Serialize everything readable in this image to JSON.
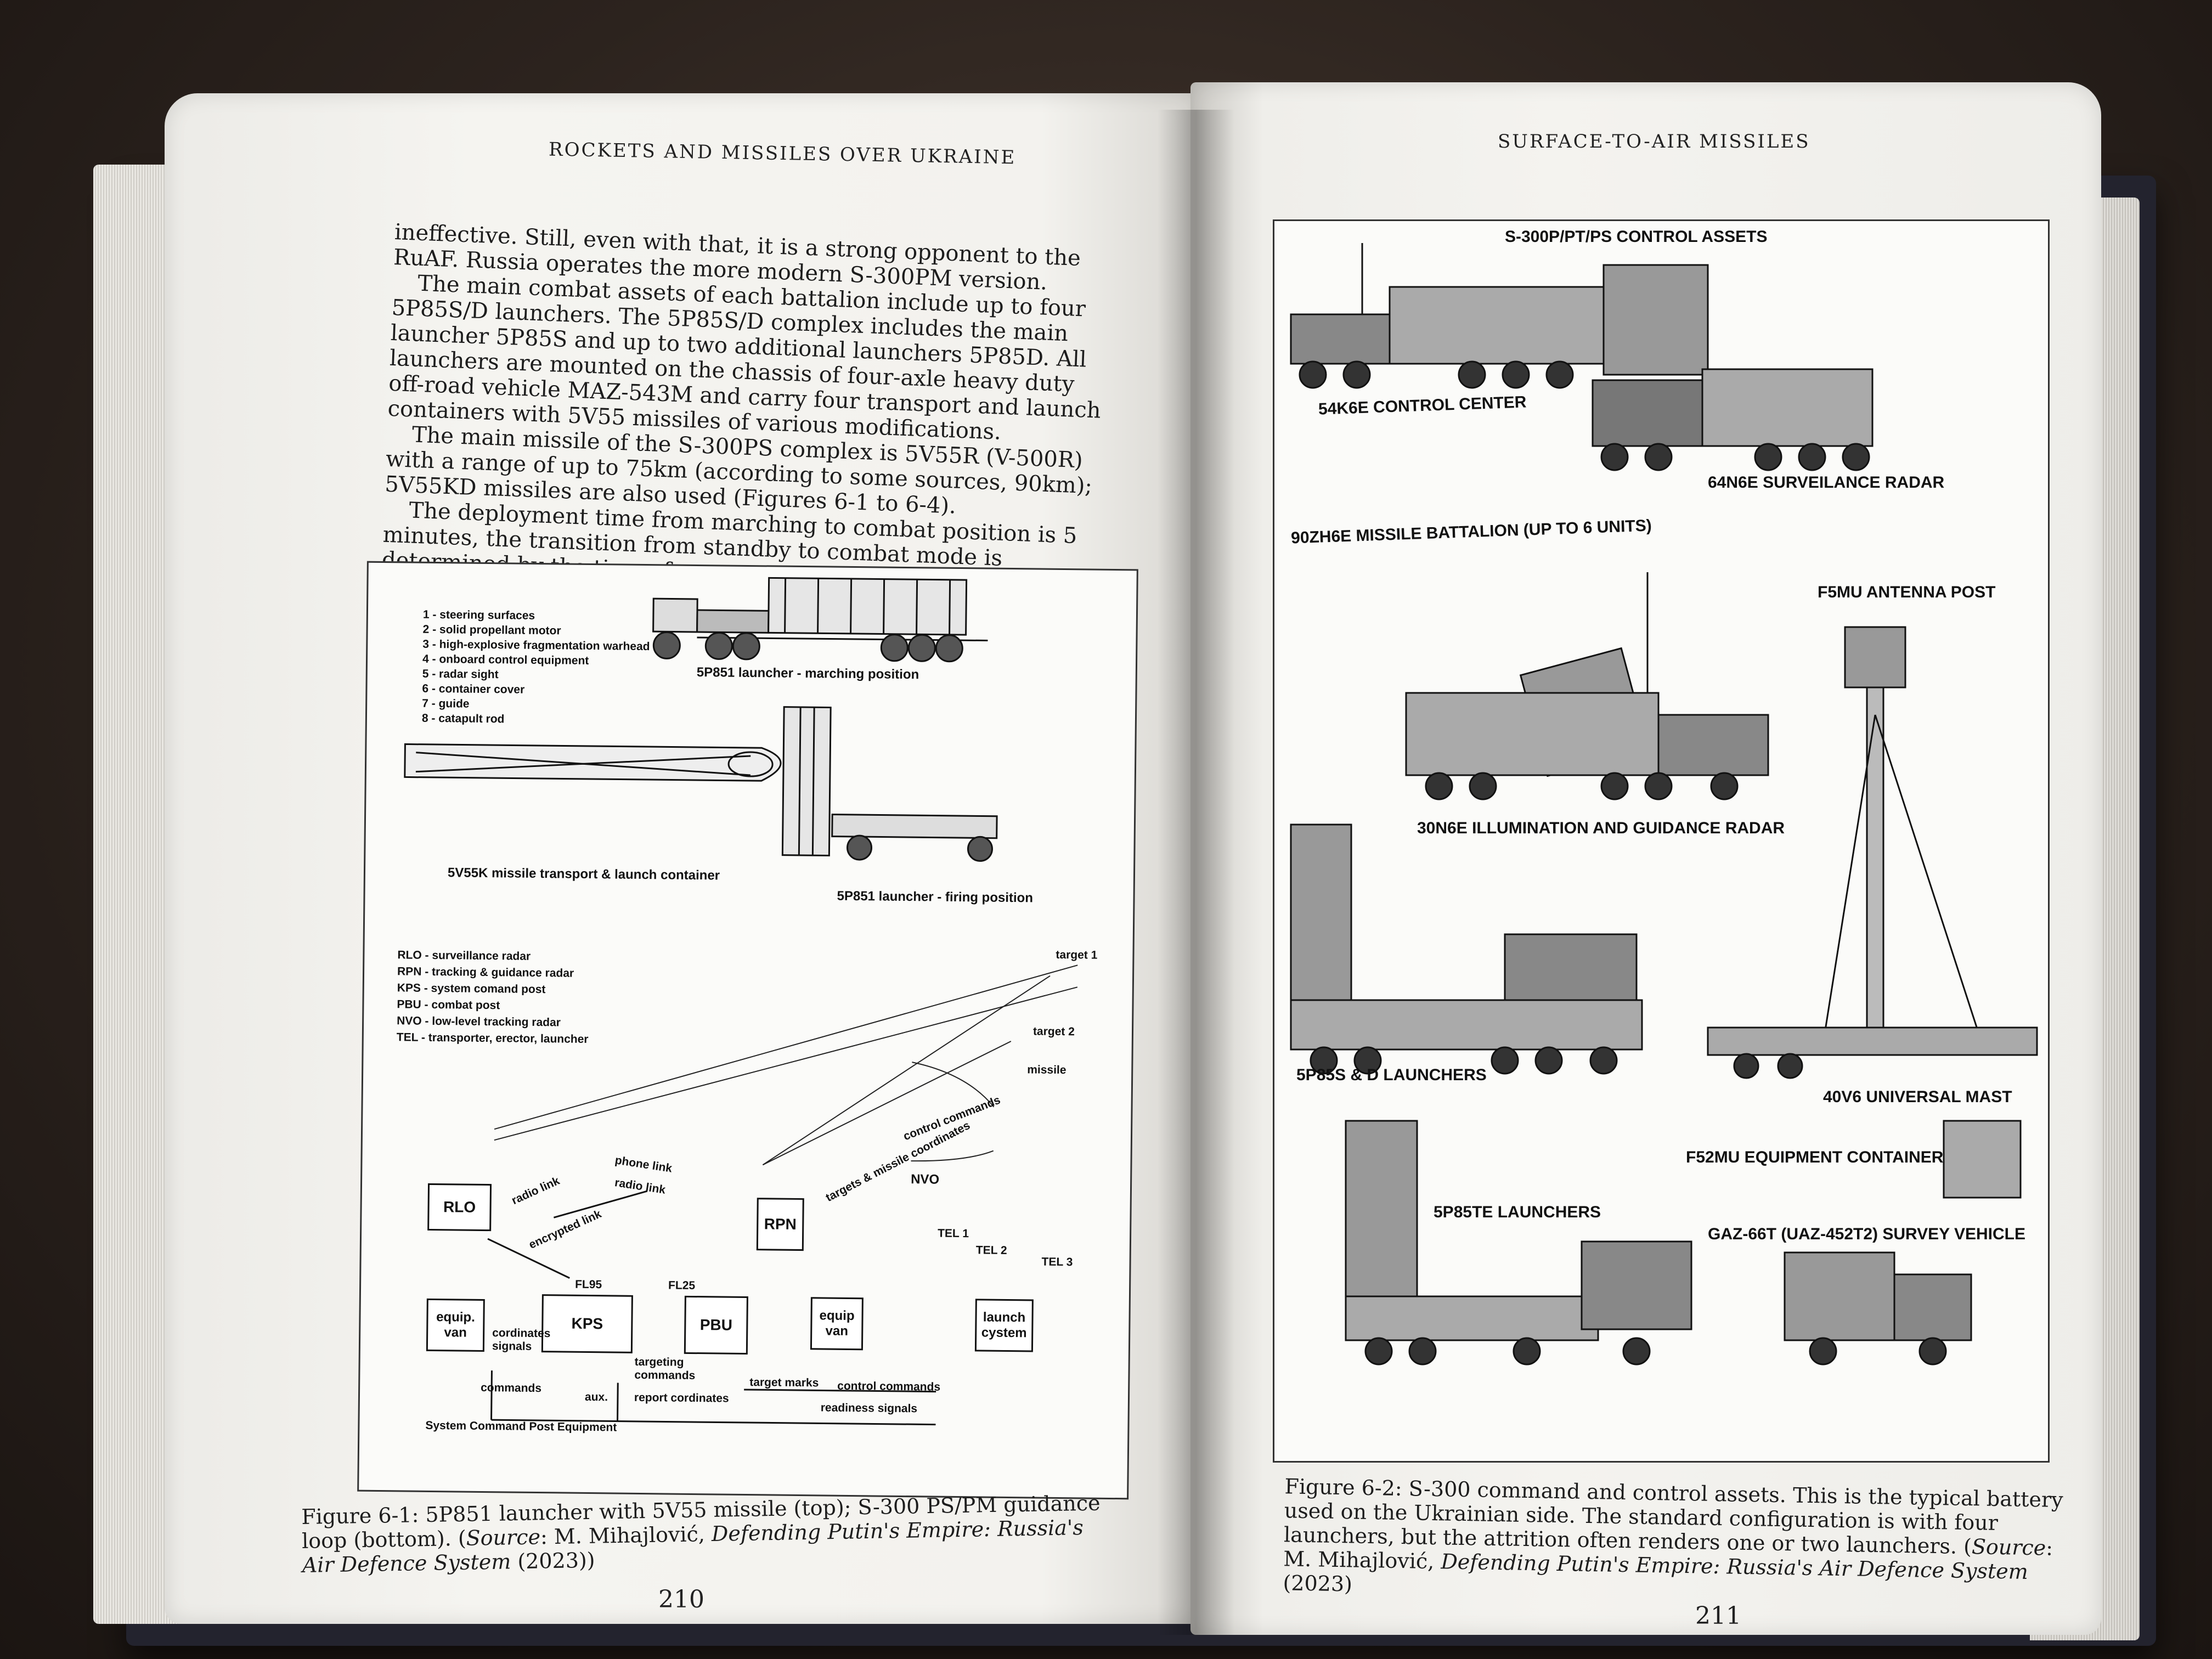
{
  "left_page": {
    "running_head": "ROCKETS AND MISSILES OVER UKRAINE",
    "paragraphs": [
      "ineffective. Still, even with that, it is a strong opponent to the RuAF. Russia operates the more modern S-300PM version.",
      "The main combat assets of each battalion include up to four 5P85S/D launchers. The 5P85S/D complex includes the main launcher 5P85S and up to two additional launchers 5P85D. All launchers are mounted on the chassis of four-axle heavy duty off-road vehicle MAZ-543M and carry four transport and launch containers with 5V55 missiles of various modifications.",
      "The main missile of the S-300PS complex is 5V55R (V-500R) with a range of up to 75km (according to some sources, 90km); 5V55KD missiles are also used (Figures 6-1 to 6-4).",
      "The deployment time from marching to combat position is 5 minutes, the transition from standby to combat mode is determined by the time of"
    ],
    "figure": {
      "legend_top": [
        "1 - steering surfaces",
        "2 - solid propellant motor",
        "3 - high-explosive fragmentation warhead",
        "4 - onboard control equipment",
        "5 - radar sight",
        "6 - container cover",
        "7 - guide",
        "8 - catapult rod"
      ],
      "marching_label": "5P851 launcher - marching position",
      "container_label": "5V55K missile transport & launch container",
      "firing_label": "5P851 launcher - firing position",
      "legend_bottom": [
        "RLO - surveillance radar",
        "RPN - tracking & guidance radar",
        "KPS - system comand post",
        "PBU - combat post",
        "NVO - low-level tracking radar",
        "TEL - transporter, erector, launcher"
      ],
      "boxes": {
        "rlo": "RLO",
        "equip_van_1": "equip. van",
        "kps": "KPS",
        "pbu": "PBU",
        "rpn": "RPN",
        "equip_van_2": "equip van",
        "launch_system": "launch cystem"
      },
      "links": {
        "target1": "target 1",
        "target2": "target 2",
        "missile": "missile",
        "phone_link": "phone link",
        "radio_link_1": "radio link",
        "radio_link_2": "radio link",
        "encrypted_link": "encrypted link",
        "targets_coords": "targets & missile coordinates",
        "control_commands_top": "control commands",
        "nvo": "NVO",
        "tel1": "TEL 1",
        "tel2": "TEL 2",
        "tel3": "TEL 3",
        "fl95": "FL95",
        "fl25": "FL25",
        "cordinates_signals": "cordinates signals",
        "targeting_commands": "targeting commands",
        "target_marks": "target marks",
        "control_commands_bottom": "control commands",
        "readiness_signals": "readiness signals",
        "commands": "commands",
        "aux": "aux.",
        "report_cordinates": "report cordinates",
        "scpe": "System Command Post Equipment"
      }
    },
    "caption_lead": "Figure 6-1: 5P851 launcher with 5V55 missile (top); S-300 PS/PM guidance loop (bottom). (",
    "caption_source_word": "Source",
    "caption_mid": ": M. Mihajlović, ",
    "caption_book": "Defending Putin's Empire: Russia's Air Defence System",
    "caption_tail": " (2023))",
    "folio": "210"
  },
  "right_page": {
    "running_head": "SURFACE-TO-AIR MISSILES",
    "figure": {
      "title": "S-300P/PT/PS CONTROL ASSETS",
      "labels": {
        "control_center": "54K6E CONTROL CENTER",
        "surveillance_radar": "64N6E SURVEILANCE RADAR",
        "battalion": "90ZH6E MISSILE BATTALION (UP TO 6 UNITS)",
        "antenna_post": "F5MU ANTENNA POST",
        "illumination_radar": "30N6E ILLUMINATION AND GUIDANCE RADAR",
        "launchers_sd": "5P85S & D LAUNCHERS",
        "universal_mast": "40V6 UNIVERSAL MAST",
        "equipment_container": "F52MU EQUIPMENT CONTAINER",
        "launchers_te": "5P85TE LAUNCHERS",
        "survey_vehicle": "GAZ-66T (UAZ-452T2) SURVEY VEHICLE"
      }
    },
    "caption_lead": "Figure 6-2: S-300 command and control assets. This is the typical battery used on the Ukrainian side. The standard configuration is with four launchers, but the attrition often renders one or two launchers. (",
    "caption_source_word": "Source",
    "caption_mid": ": M. Mihajlović, ",
    "caption_book": "Defending Putin's Empire: Russia's Air Defence System",
    "caption_tail": " (2023)",
    "folio": "211"
  },
  "colors": {
    "paper": "#f3f2ee",
    "ink": "#1d1d1d",
    "table": "#2e2622",
    "book_cover": "#23232e"
  }
}
